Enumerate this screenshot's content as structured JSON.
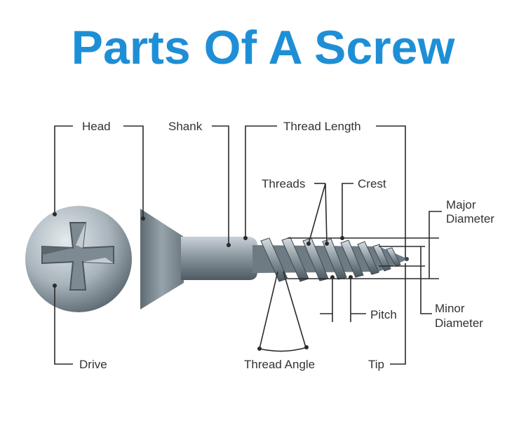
{
  "title": "Parts Of A Screw",
  "colors": {
    "title": "#1e8fd6",
    "metal_light": "#d3dbe1",
    "metal_mid": "#8e9aa3",
    "metal_dark": "#4d5961",
    "line": "#2a2a2a"
  },
  "labels": {
    "head": "Head",
    "shank": "Shank",
    "thread_length": "Thread Length",
    "threads": "Threads",
    "crest": "Crest",
    "major_diameter_1": "Major",
    "major_diameter_2": "Diameter",
    "minor_diameter_1": "Minor",
    "minor_diameter_2": "Diameter",
    "pitch": "Pitch",
    "drive": "Drive",
    "thread_angle": "Thread Angle",
    "tip": "Tip"
  },
  "icons": {
    "drive": "phillips-drive-icon"
  }
}
